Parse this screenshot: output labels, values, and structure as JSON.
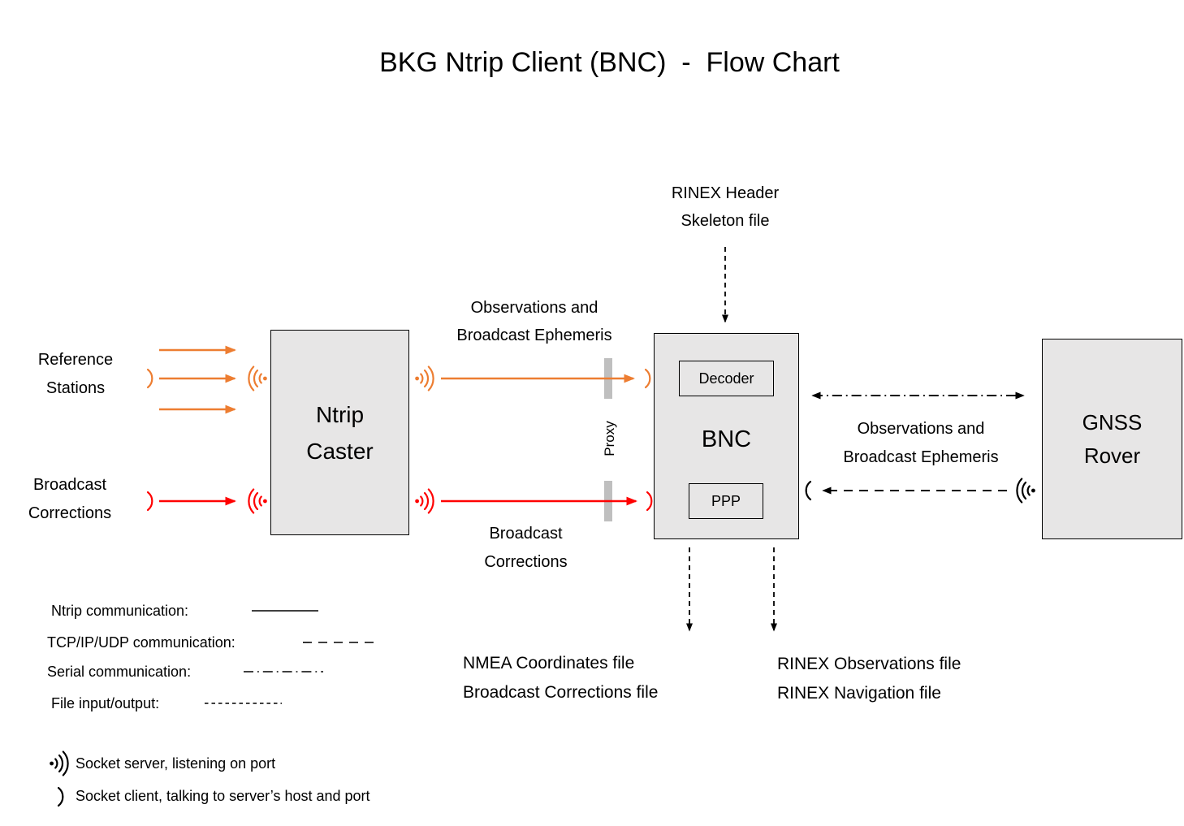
{
  "title": "BKG Ntrip Client (BNC)  -  Flow Chart",
  "colors": {
    "c-orange": "#ED7D31",
    "c-red": "#FF0000",
    "c-box-fill": "#E7E6E6",
    "c-box-border": "#000000",
    "c-proxy-bar": "#BFBFBF"
  },
  "nodes": {
    "ntrip_caster": {
      "label": "Ntrip\nCaster"
    },
    "bnc": {
      "label": "BNC",
      "decoder": "Decoder",
      "ppp": "PPP"
    },
    "gnss_rover": {
      "label": "GNSS\nRover"
    },
    "proxy": {
      "label": "Proxy"
    }
  },
  "labels": {
    "rinex_skeleton": "RINEX Header\nSkeleton file",
    "obs_ephemeris_left": "Observations and\nBroadcast Ephemeris",
    "reference_stations": "Reference\nStations",
    "broadcast_corrections_input": "Broadcast\nCorrections",
    "broadcast_corrections_mid": "Broadcast\nCorrections",
    "obs_ephemeris_right": "Observations and\nBroadcast Ephemeris",
    "nmea_outputs": "NMEA Coordinates file\nBroadcast Corrections file",
    "rinex_outputs": "RINEX Observations file\nRINEX Navigation file"
  },
  "legend": {
    "ntrip": "Ntrip communication:",
    "tcp": "TCP/IP/UDP communication:",
    "serial": "Serial communication:",
    "file": "File input/output:",
    "socket_server": "Socket server, listening on port",
    "socket_client": "Socket client, talking to server’s host and port"
  }
}
